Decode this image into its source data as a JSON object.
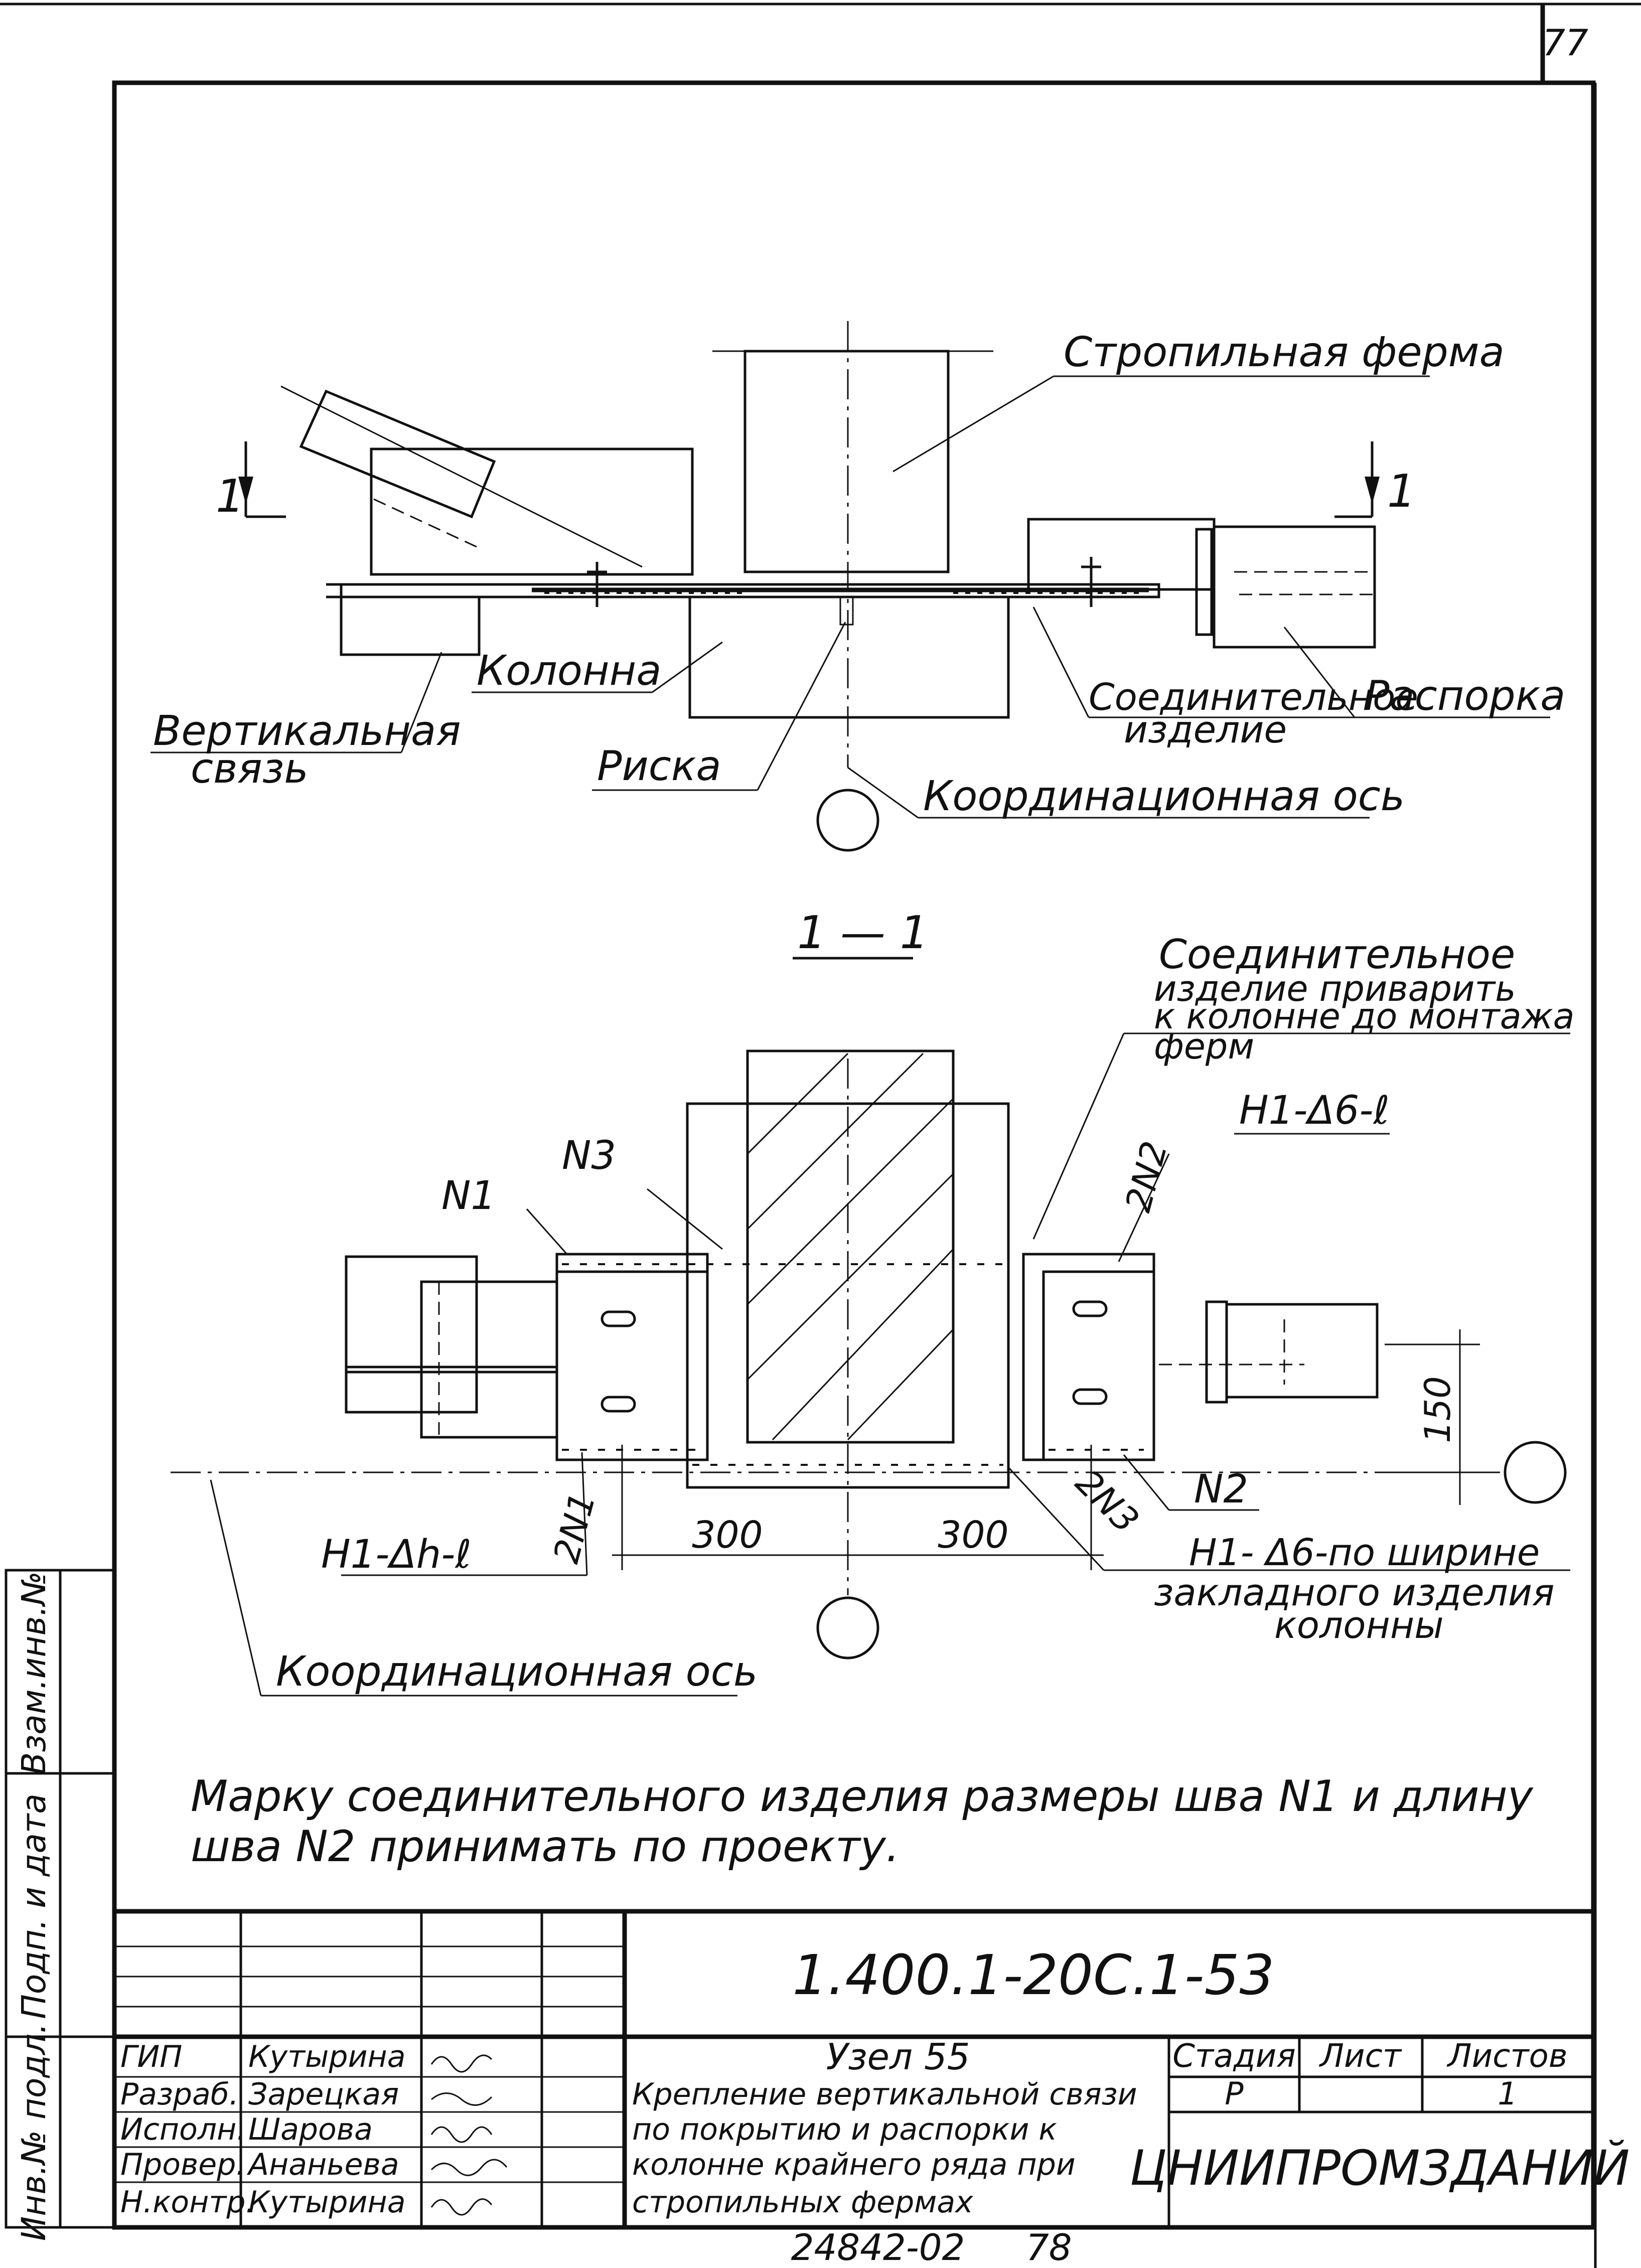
{
  "sheet": {
    "page_number": "77",
    "bottom_code": "24842-02",
    "bottom_page": "78"
  },
  "plan_view": {
    "section_mark_left": "1",
    "section_mark_right": "1",
    "labels": {
      "truss": "Стропильная ферма",
      "column": "Колонна",
      "vertical_brace_line1": "Вертикальная",
      "vertical_brace_line2": "связь",
      "mark": "Риска",
      "connector_line1": "Соединительное",
      "connector_line2": "изделие",
      "strut": "Распорка",
      "axis": "Координационная ось"
    }
  },
  "section_view": {
    "title": "1 — 1",
    "note_lines": [
      "Соединительное",
      "изделие приварить",
      "к колонне до монтажа",
      "ферм"
    ],
    "weld_top": "H1-Δ6-ℓ",
    "mark_n1": "N1",
    "mark_n2": "N2",
    "mark_n3": "N3",
    "mark_2n1": "2N1",
    "mark_2n2": "2N2",
    "mark_2n3": "2N3",
    "weld_left": "H1-Δh-ℓ",
    "weld_right_line1": "H1- Δ6-по ширине",
    "weld_right_line2": "закладного изделия",
    "weld_right_line3": "колонны",
    "dim_left": "300",
    "dim_right": "300",
    "dim_vert": "150",
    "axis_label": "Координационная ось"
  },
  "note": {
    "line1": "Марку соединительного изделия размеры шва N1 и длину",
    "line2": "шва N2 принимать по проекту."
  },
  "side_stamp": {
    "col1": "Инв.№ подл.",
    "col2": "Подп. и дата",
    "col3": "Взам.инв.№"
  },
  "title_block": {
    "doc_code": "1.400.1-20С.1-53",
    "roles": [
      {
        "role": "ГИП",
        "name": "Кутырина"
      },
      {
        "role": "Разраб.",
        "name": "Зарецкая"
      },
      {
        "role": "Исполн.",
        "name": "Шарова"
      },
      {
        "role": "Провер.",
        "name": "Ананьева"
      },
      {
        "role": "Н.контр.",
        "name": "Кутырина"
      }
    ],
    "node_title": "Узел 55",
    "desc_lines": [
      "Крепление вертикальной связи",
      "по покрытию и распорки к",
      "колонне крайнего ряда при",
      "стропильных фермах"
    ],
    "stage_header": "Стадия",
    "sheet_header": "Лист",
    "sheets_header": "Листов",
    "stage": "Р",
    "sheet": "",
    "sheets": "1",
    "org": "ЦНИИПРОМЗДАНИЙ"
  }
}
